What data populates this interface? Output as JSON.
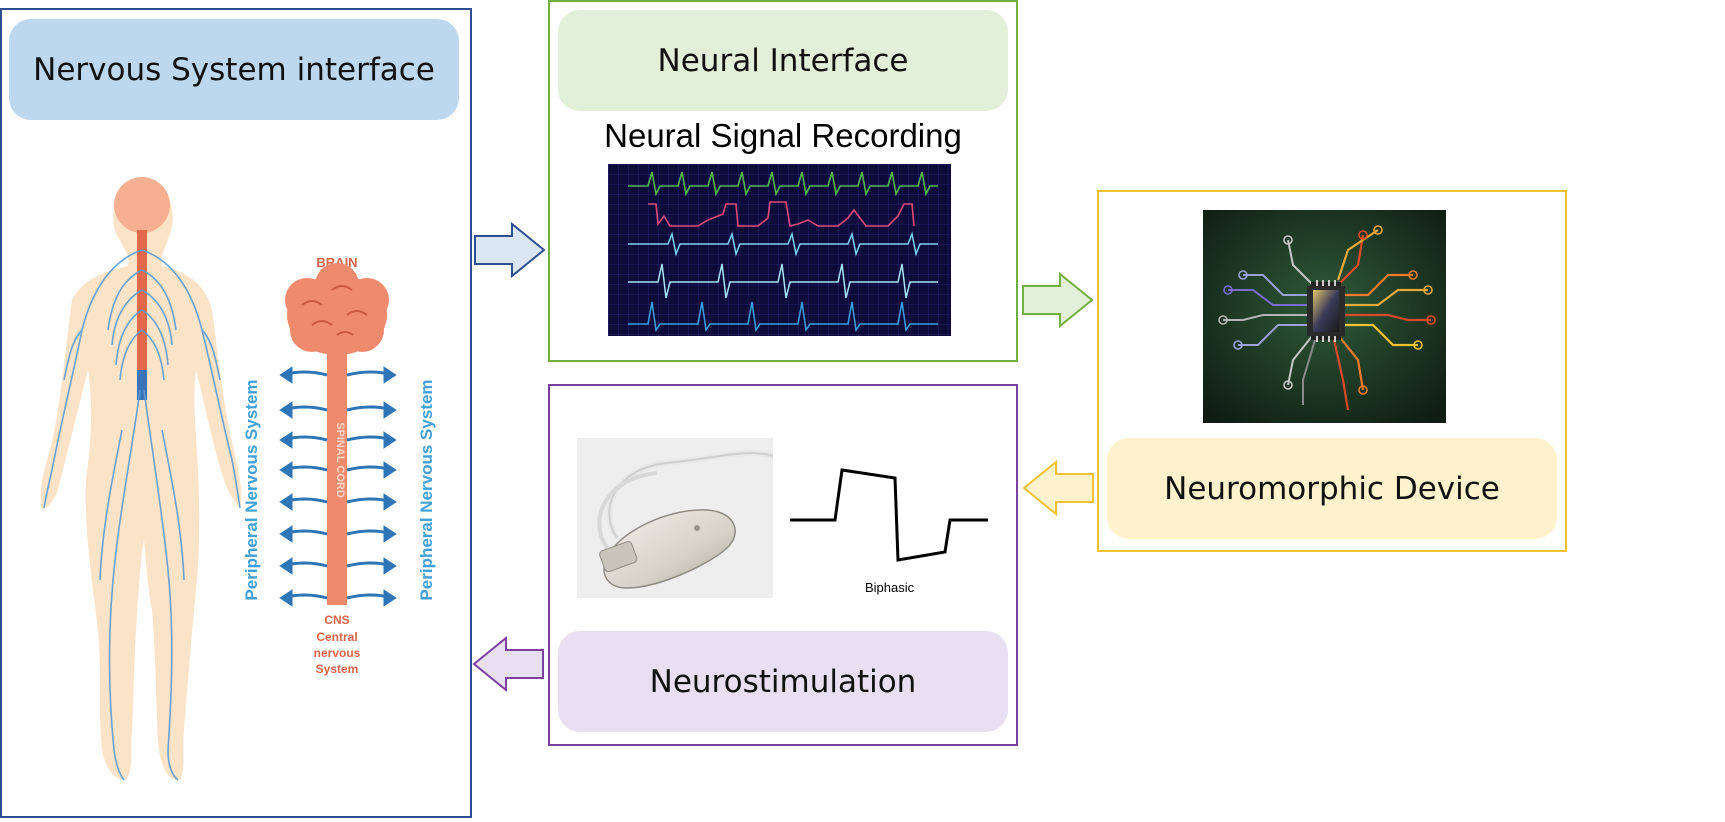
{
  "nervous_panel": {
    "title": "Nervous System interface",
    "labels": {
      "brain": "BRAIN",
      "spinal_cord": "SPINAL CORD",
      "pns": "Peripheral Nervous System",
      "cns": "CNS",
      "cns_full": [
        "Central",
        "nervous",
        "System"
      ]
    }
  },
  "neural_panel": {
    "title": "Neural Interface",
    "subtitle": "Neural Signal Recording"
  },
  "neuromorphic_panel": {
    "title": "Neuromorphic Device"
  },
  "stim_panel": {
    "title": "Neurostimulation",
    "waveform_label": "Biphasic"
  },
  "colors": {
    "blue": "#2e4f8f",
    "blue_fill": "#bdd7ee",
    "green": "#72b043",
    "green_fill": "#e2efd9",
    "yellow": "#f2c231",
    "yellow_fill": "#fff2cc",
    "purple": "#7b3f9e",
    "purple_fill": "#e8e0f0"
  }
}
